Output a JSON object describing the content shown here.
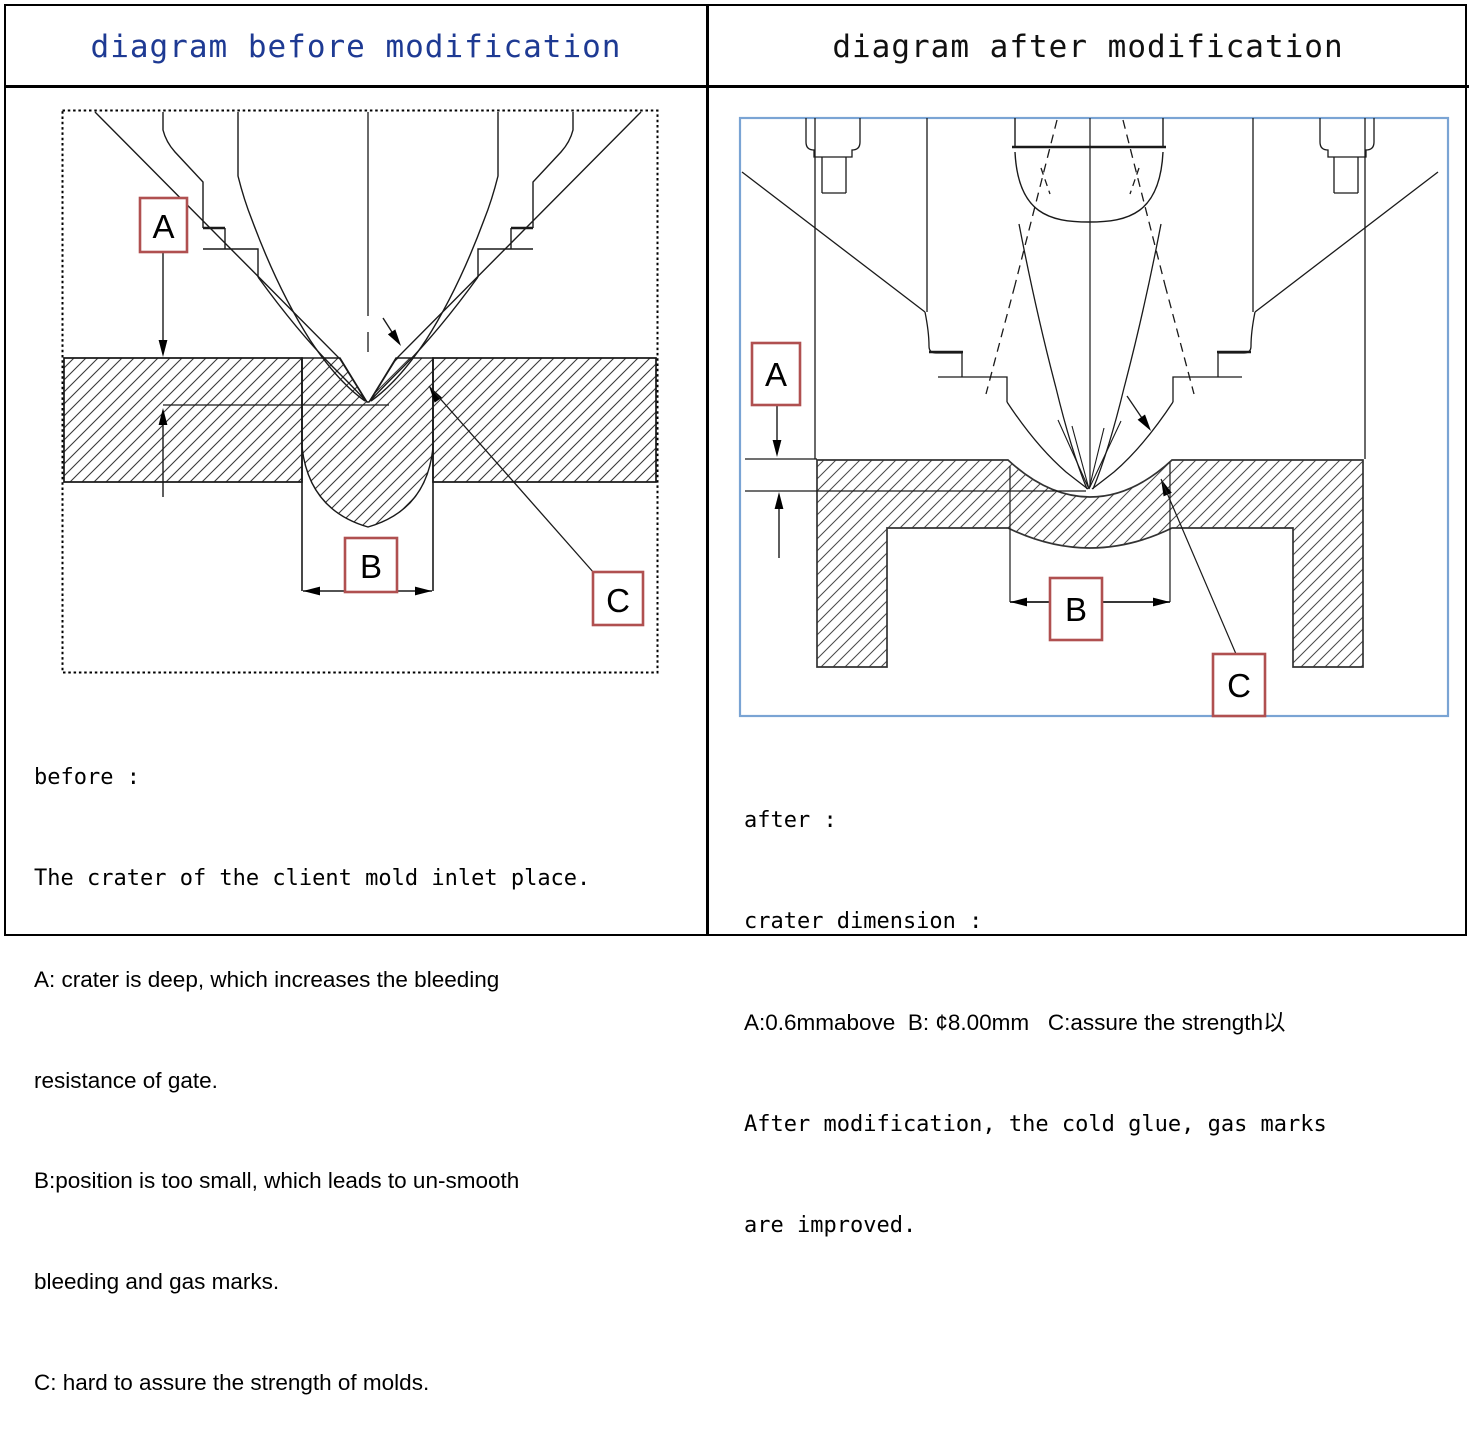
{
  "table": {
    "header_left": "diagram before modification",
    "header_right": "diagram after modification"
  },
  "colors": {
    "header_left_text": "#1e3a93",
    "header_right_text": "#111111",
    "label_box_border": "#b05050",
    "after_diagram_border": "#7aa4d4",
    "line_art": "#1a1a1a"
  },
  "before": {
    "labels": {
      "a": "A",
      "b": "B",
      "c": "C"
    },
    "notes": [
      "before :",
      "The crater of the client mold inlet place.",
      "A: crater is deep, which increases the bleeding",
      "resistance of gate.",
      "B:position is too small, which leads to un-smooth",
      "bleeding and gas marks.",
      "C: hard to assure the strength of molds."
    ]
  },
  "after": {
    "labels": {
      "a": "A",
      "b": "B",
      "c": "C"
    },
    "notes": [
      "after :",
      "crater dimension :",
      "A:0.6mmabove  B: ¢8.00mm   C:assure the strength以",
      "After modification, the cold glue, gas marks",
      "are improved."
    ]
  }
}
